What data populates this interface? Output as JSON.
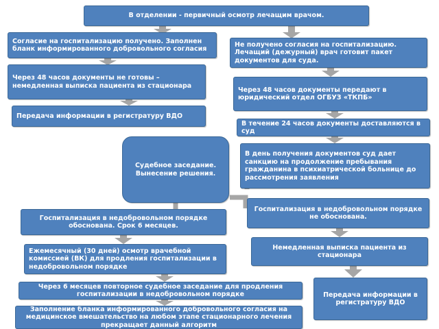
{
  "colors": {
    "box_fill": "#4f81bd",
    "box_border": "#3a6796",
    "arrow": "#a6a6a6",
    "text": "#ffffff"
  },
  "nodes": {
    "top": "В отделении - первичный осмотр лечащим врачом.",
    "left1": "Согласие на госпитализацию получено. Заполнен бланк информированного добровольного согласия",
    "left2": "Через 48 часов документы не готовы – немедленная выписка пациента из стационара",
    "left3": "Передача информации в регистратуру ВДО",
    "right1": "Не получено согласия на госпитализацию. Лечащий (дежурный) врач готовит пакет документов для суда.",
    "right2": "Через 48 часов документы передают в юридический отдел ОГБУЗ «ТКПБ»",
    "right3": "В течение 24 часов документы доставляются в суд",
    "right4": "В день получения документов суд дает санкцию на продолжение пребывания гражданина в психиатрической больнице до рассмотрения заявления",
    "court": "Судебное заседание. Вынесение решения.",
    "hosp_yes": "Госпитализация в недобровольном порядке обоснована. Срок 6 месяцев.",
    "hosp_no": "Госпитализация в недобровольном порядке не обоснована.",
    "monthly": "Ежемесячный (30 дней) осмотр врачебной комиссией (ВК) для продления госпитализации в недобровольном порядке",
    "discharge": "Немедленная выписка пациента из стационара",
    "repeat": "Через 6 месяцев повторное судебное заседание для продления госпитализации в недобровольном порядке",
    "transfer": "Передача информации в регистратуру ВДО",
    "consent_any": "Заполнение бланка информированного добровольного согласия на медицинское вмешательство на любом этапе стационарного лечения прекращает данный алгоритм"
  }
}
